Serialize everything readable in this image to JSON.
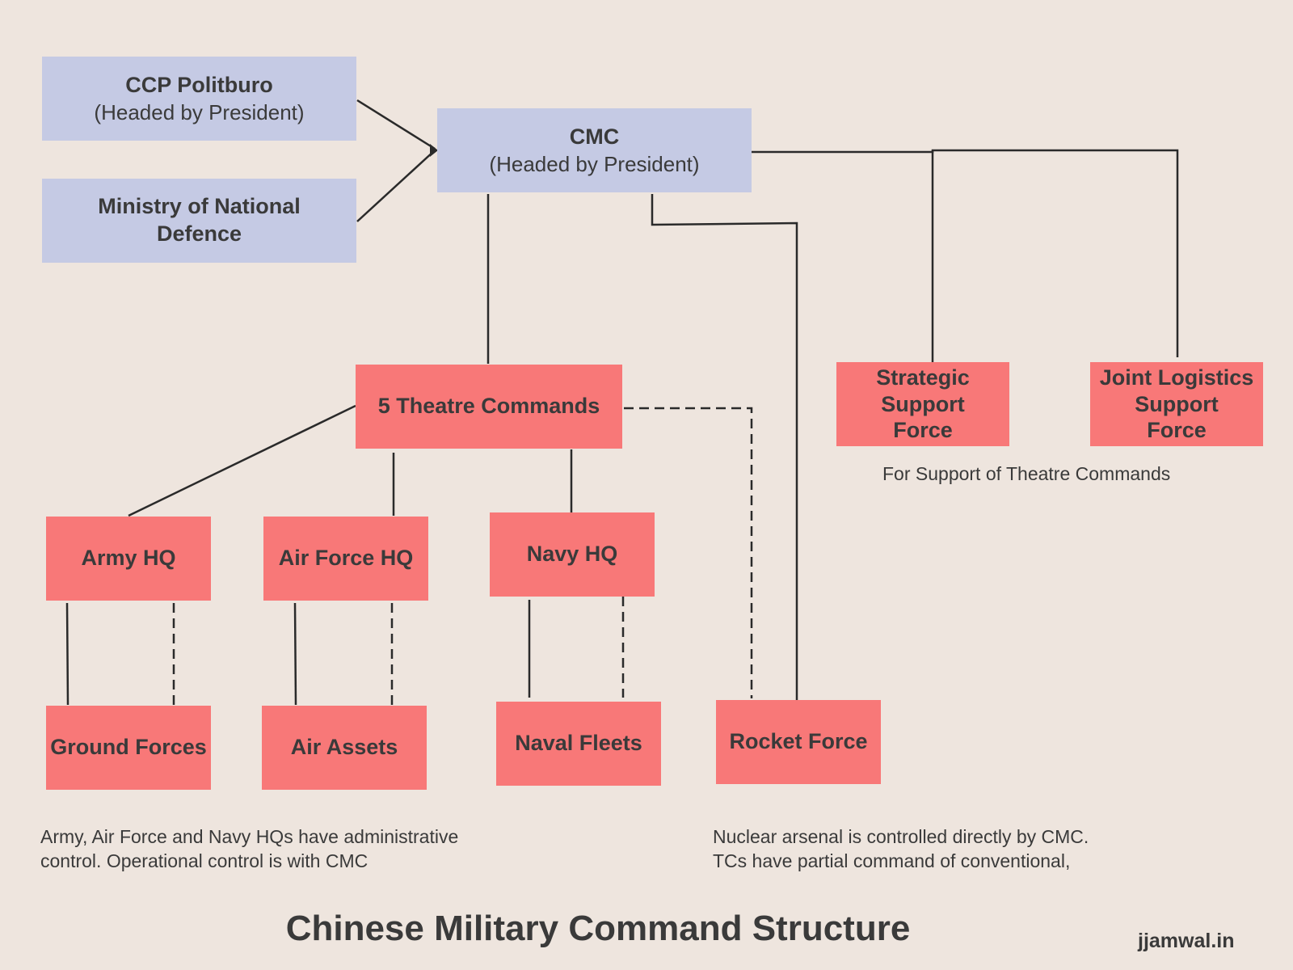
{
  "nodes": {
    "ccp": {
      "name": "CCP Politburo",
      "sub": "(Headed by President)"
    },
    "mnd": {
      "line1": "Ministry of National",
      "line2": "Defence"
    },
    "cmc": {
      "name": "CMC",
      "sub": "(Headed by President)"
    },
    "theatre": {
      "name": "5 Theatre Commands"
    },
    "ssf": {
      "line1": "Strategic",
      "line2": "Support",
      "line3": "Force"
    },
    "jlsf": {
      "line1": "Joint Logistics",
      "line2": "Support",
      "line3": "Force"
    },
    "army_hq": {
      "name": "Army HQ"
    },
    "airforce_hq": {
      "name": "Air Force HQ"
    },
    "navy_hq": {
      "name": "Navy HQ"
    },
    "ground": {
      "name": "Ground Forces"
    },
    "air_assets": {
      "name": "Air Assets"
    },
    "naval": {
      "name": "Naval Fleets"
    },
    "rocket": {
      "name": "Rocket Force"
    }
  },
  "notes": {
    "support": "For Support of Theatre Commands",
    "admin_line1": "Army, Air Force and Navy HQs have administrative",
    "admin_line2": "control. Operational control is with CMC",
    "nuclear_line1": "Nuclear arsenal is controlled directly by CMC.",
    "nuclear_line2": "TCs have partial command of conventional,"
  },
  "title": "Chinese Military Command Structure",
  "site": "jjamwal.in",
  "colors": {
    "background": "#eee5de",
    "node_blue": "#c5cae4",
    "node_red": "#f87878",
    "text": "#3a3a3a",
    "line": "#2a2a2a"
  }
}
